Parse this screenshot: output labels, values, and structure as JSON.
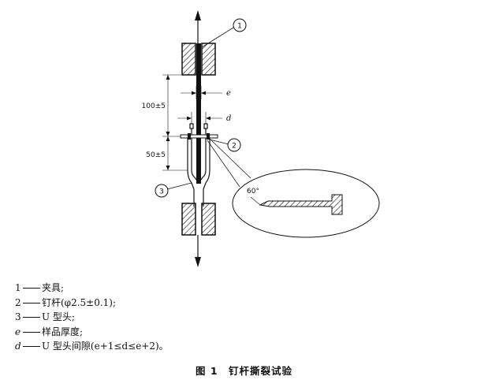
{
  "figure": {
    "callouts": [
      "1",
      "2",
      "3"
    ],
    "dimension_upper": "100±5",
    "dimension_lower": "50±5",
    "symbol_e": "e",
    "symbol_d": "d",
    "angle_label": "60°"
  },
  "legend": [
    {
      "symbol": "1",
      "italic": false,
      "text": "夹具;"
    },
    {
      "symbol": "2",
      "italic": false,
      "text": "钉杆(φ2.5±0.1);"
    },
    {
      "symbol": "3",
      "italic": false,
      "text": "U 型头;"
    },
    {
      "symbol": "e",
      "italic": true,
      "text": "样品厚度;"
    },
    {
      "symbol": "d",
      "italic": true,
      "text": "U 型头间隙(e+1≤d≤e+2)。"
    }
  ],
  "caption": {
    "number": "图 1",
    "title": "钉杆撕裂试验"
  }
}
